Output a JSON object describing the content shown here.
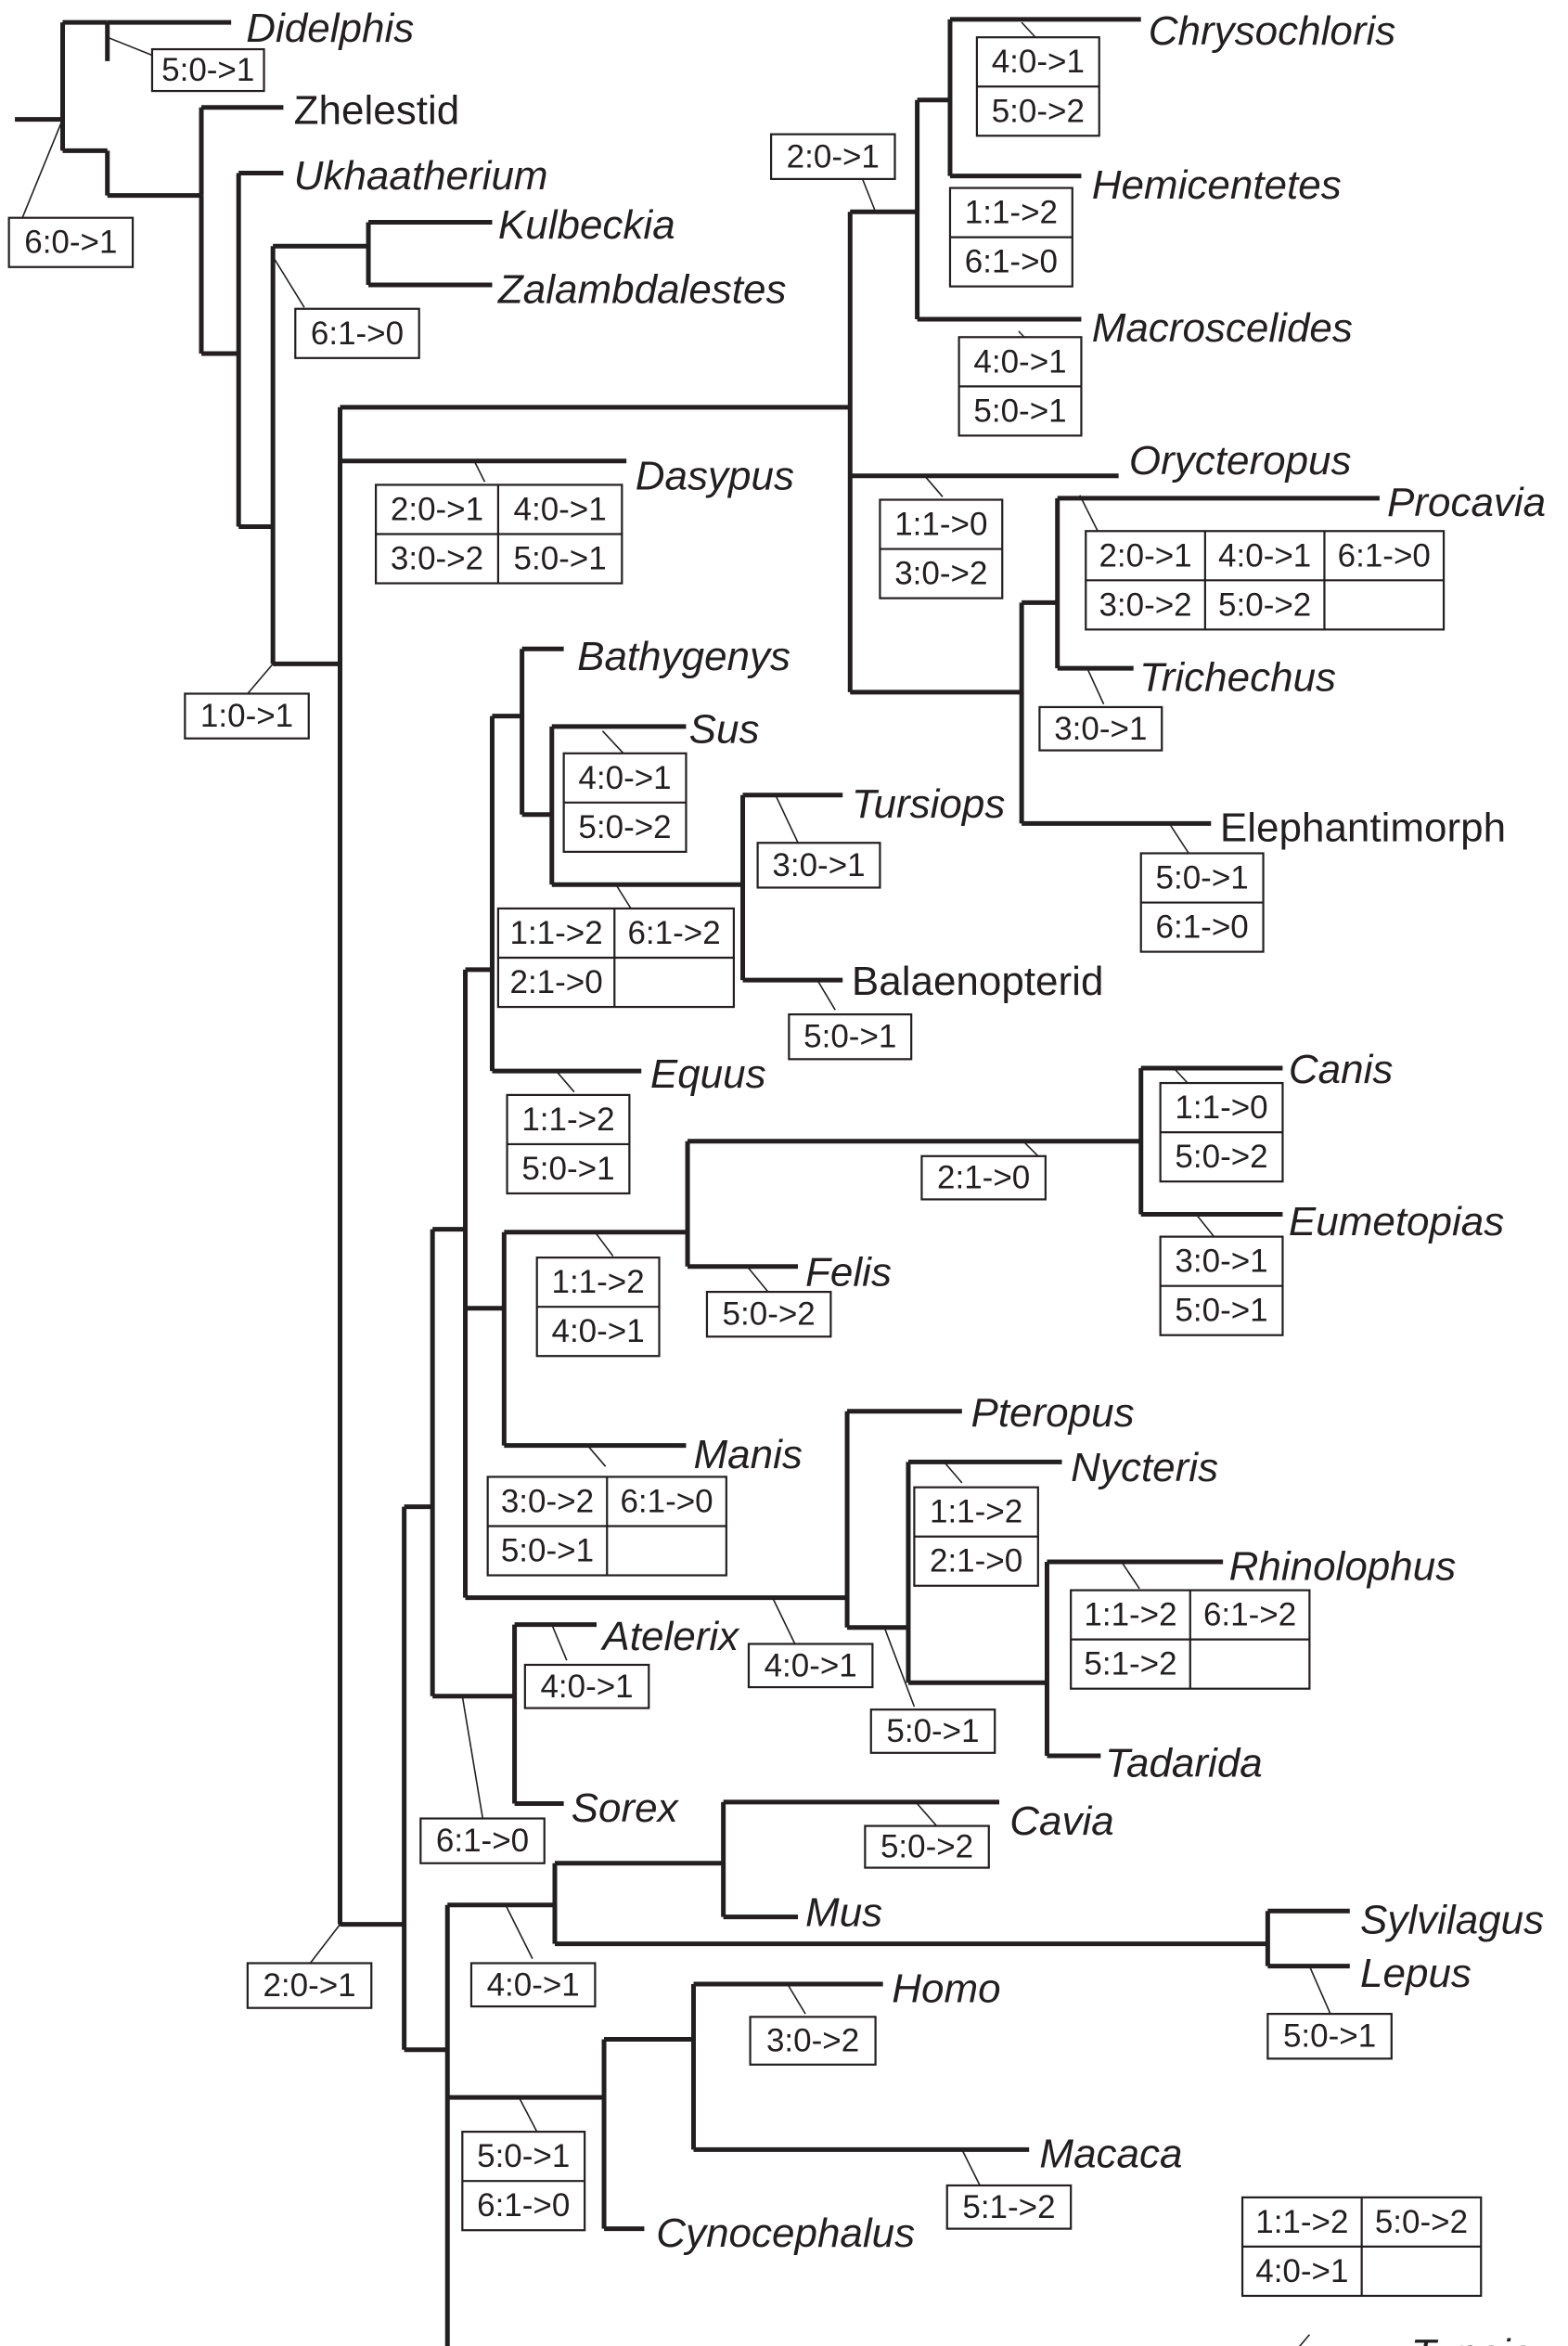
{
  "taxa": {
    "didelphis": "Didelphis",
    "zhelestid": "Zhelestid",
    "ukhaatherium": "Ukhaatherium",
    "kulbeckia": "Kulbeckia",
    "zalambdalestes": "Zalambdalestes",
    "dasypus": "Dasypus",
    "chrysochloris": "Chrysochloris",
    "hemicentetes": "Hemicentetes",
    "macroscelides": "Macroscelides",
    "orycteropus": "Orycteropus",
    "procavia": "Procavia",
    "trichechus": "Trichechus",
    "elephantimorph": "Elephantimorph",
    "bathygenys": "Bathygenys",
    "sus": "Sus",
    "tursiops": "Tursiops",
    "balaenopterid": "Balaenopterid",
    "equus": "Equus",
    "canis": "Canis",
    "eumetopias": "Eumetopias",
    "felis": "Felis",
    "manis": "Manis",
    "pteropus": "Pteropus",
    "nycteris": "Nycteris",
    "rhinolophus": "Rhinolophus",
    "tadarida": "Tadarida",
    "atelerix": "Atelerix",
    "sorex": "Sorex",
    "cavia": "Cavia",
    "mus": "Mus",
    "sylvilagus": "Sylvilagus",
    "lepus": "Lepus",
    "homo": "Homo",
    "macaca": "Macaca",
    "cynocephalus": "Cynocephalus",
    "tupaia": "Tupaia"
  },
  "changes": {
    "root": [
      "6:0->1"
    ],
    "didelphis": [
      "5:0->1"
    ],
    "kulbeckia_clade": [
      "6:1->0"
    ],
    "crown": [
      "1:0->1"
    ],
    "dasypus": [
      "2:0->1",
      "4:0->1",
      "3:0->2",
      "5:0->1"
    ],
    "afrotheria": [
      "2:0->1"
    ],
    "chrysochloris": [
      "4:0->1",
      "5:0->2"
    ],
    "hemicentetes": [
      "1:1->2",
      "6:1->0"
    ],
    "macroscelides": [
      "4:0->1",
      "5:0->1"
    ],
    "orycteropus_clade": [
      "1:1->0",
      "3:0->2"
    ],
    "procavia": [
      "2:0->1",
      "4:0->1",
      "6:1->0",
      "3:0->2",
      "5:0->2"
    ],
    "trichechus": [
      "3:0->1"
    ],
    "elephantimorph": [
      "5:0->1",
      "6:1->0"
    ],
    "sus": [
      "4:0->1",
      "5:0->2"
    ],
    "cetacea_clade": [
      "1:1->2",
      "6:1->2",
      "2:1->0"
    ],
    "tursiops": [
      "3:0->1"
    ],
    "balaenopterid": [
      "5:0->1"
    ],
    "equus": [
      "1:1->2",
      "5:0->1"
    ],
    "canis": [
      "1:1->0",
      "5:0->2"
    ],
    "eumetopias": [
      "3:0->1",
      "5:0->1"
    ],
    "caniformia": [
      "2:1->0"
    ],
    "carnivora": [
      "1:1->2",
      "4:0->1"
    ],
    "felis": [
      "5:0->2"
    ],
    "manis": [
      "3:0->2",
      "6:1->0",
      "5:0->1"
    ],
    "chiroptera": [
      "4:0->1"
    ],
    "nycteris": [
      "1:1->2",
      "2:1->0"
    ],
    "rhinolophus": [
      "1:1->2",
      "6:1->2",
      "5:1->2"
    ],
    "microchiroptera": [
      "5:0->1"
    ],
    "atelerix": [
      "4:0->1"
    ],
    "laurasiatheria": [
      "6:1->0"
    ],
    "placentalia": [
      "2:0->1"
    ],
    "cavia": [
      "5:0->2"
    ],
    "glires": [
      "4:0->1"
    ],
    "lepus": [
      "5:0->1"
    ],
    "homo": [
      "3:0->2"
    ],
    "primatomorpha": [
      "5:0->1",
      "6:1->0"
    ],
    "macaca": [
      "5:1->2"
    ],
    "tupaia": [
      "1:1->2",
      "5:0->2",
      "4:0->1"
    ]
  }
}
